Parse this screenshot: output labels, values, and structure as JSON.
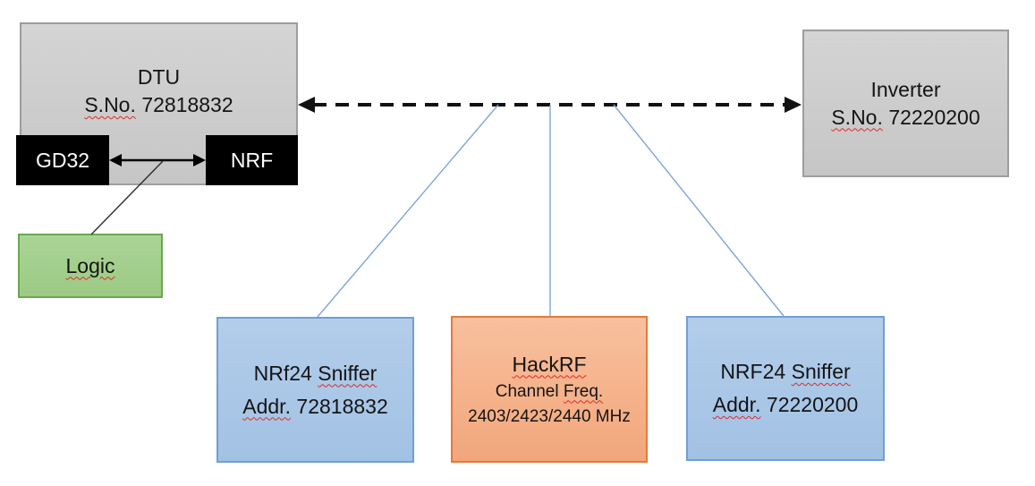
{
  "diagram": {
    "dtu": {
      "title": "DTU",
      "serial_prefix": "S.No.",
      "serial_number": "72818832"
    },
    "gd32_label": "GD32",
    "nrf_label": "NRF",
    "logic_label": "Logic",
    "inverter": {
      "title": "Inverter",
      "serial_prefix": "S.No.",
      "serial_number": "72220200"
    },
    "sniffer_left": {
      "name_prefix": "NRf24",
      "name_word": "Sniffer",
      "addr_label": "Addr.",
      "addr_number": "72818832"
    },
    "hackrf": {
      "title": "HackRF",
      "freq_word1": "Channel",
      "freq_word2": "Freq.",
      "frequencies": "2403/2423/2440 MHz"
    },
    "sniffer_right": {
      "name_prefix": "NRF24",
      "name_word": "Sniffer",
      "addr_label": "Addr.",
      "addr_number": "72220200"
    },
    "colors": {
      "gray_fill": "#cccccc",
      "gray_border": "#9d9d9d",
      "chip_fill": "#000000",
      "green_fill": "#a3cf8e",
      "green_border": "#6aa84e",
      "blue_fill": "#aac7e6",
      "blue_border": "#6f9fd6",
      "orange_fill": "#f5b08c",
      "orange_border": "#e6793a",
      "connector_blue": "#7ca6d8",
      "arrow_black": "#111111",
      "spellcheck_red": "#dd2b2b"
    }
  }
}
